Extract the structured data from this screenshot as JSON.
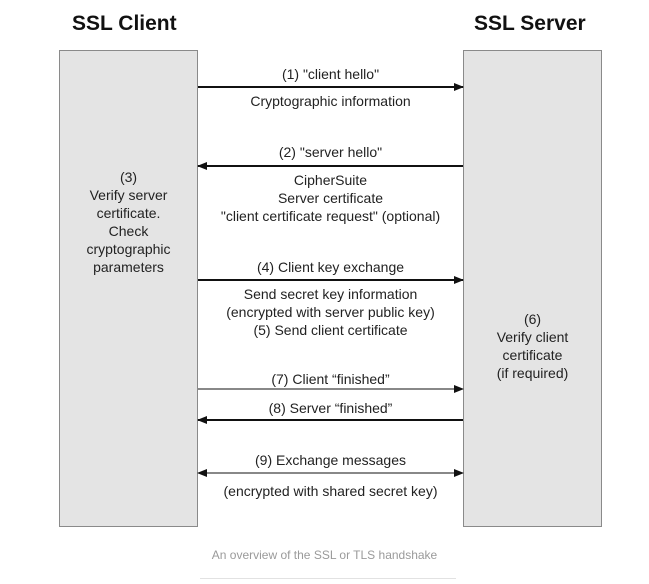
{
  "client": {
    "title": "SSL Client",
    "note": "(3)\nVerify server\ncertificate.\nCheck\ncryptographic\nparameters"
  },
  "server": {
    "title": "SSL Server",
    "note": "(6)\nVerify client\ncertificate\n(if required)"
  },
  "messages": [
    {
      "label": "(1) \"client hello\"",
      "detail": "Cryptographic information"
    },
    {
      "label": "(2) \"server hello\"",
      "detail": "CipherSuite\nServer certificate\n\"client certificate request\" (optional)"
    },
    {
      "label": "(4) Client key exchange",
      "detail": "Send secret key information\n(encrypted with server public key)\n(5) Send client certificate"
    },
    {
      "label": "(7) Client “finished”",
      "detail": ""
    },
    {
      "label": "(8) Server “finished”",
      "detail": ""
    },
    {
      "label": "(9) Exchange messages",
      "detail": "(encrypted with shared secret key)"
    }
  ],
  "caption": "An overview of the SSL or TLS handshake",
  "colors": {
    "box_fill": "#e4e4e4",
    "box_border": "#8a8a8a",
    "arrow": "#111111",
    "caption": "#9a9a9a"
  }
}
